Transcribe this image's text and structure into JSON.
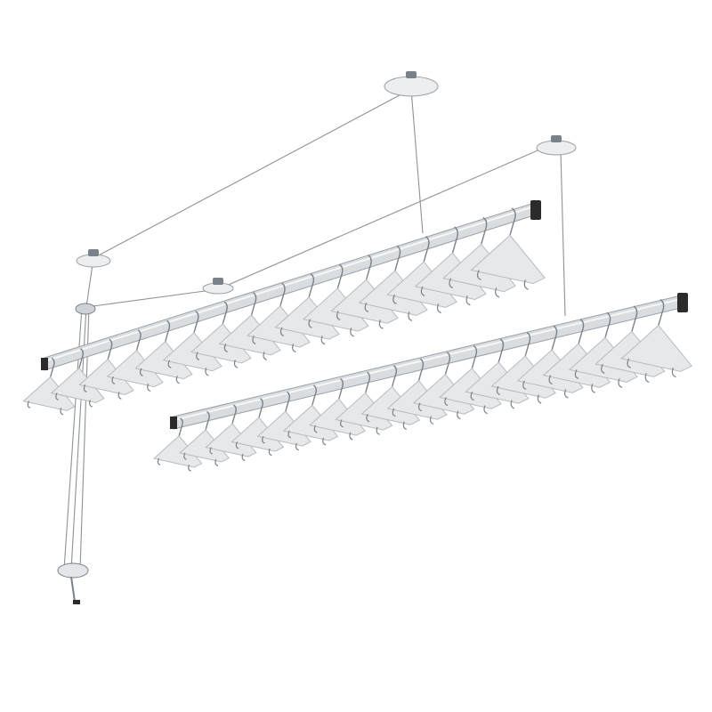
{
  "scene": {
    "background": "#ffffff",
    "metal": "#d9dde0",
    "metal_dark": "#9aa0a6",
    "cap": "#2b2b2b",
    "wire": "#8e9398",
    "hanger": "#e6e8ea",
    "hanger_edge": "#b7bcc1",
    "chrome": "#7b8188"
  },
  "rails": [
    {
      "name": "back-rail",
      "hangers": 17
    },
    {
      "name": "front-rail",
      "hangers": 19
    }
  ],
  "pulleys": {
    "count": 4
  },
  "crank": {
    "present": true
  }
}
